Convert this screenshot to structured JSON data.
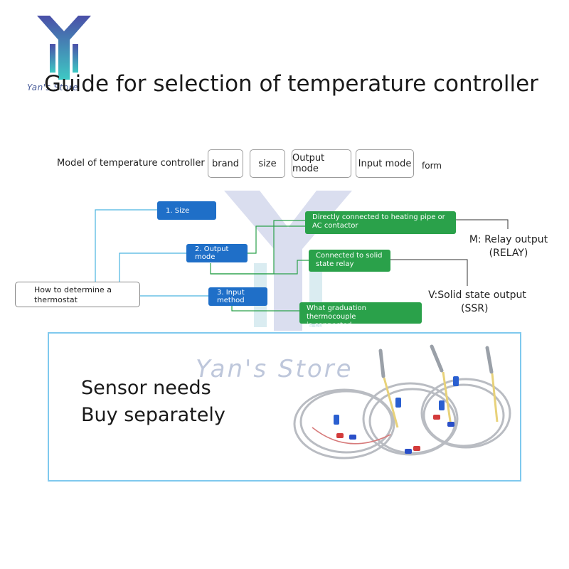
{
  "brand": {
    "logo_text": "Yan's Store",
    "watermark_text": "Yan's Store",
    "colors": {
      "logo_top": "#4a4fa8",
      "logo_bottom": "#3ec9c4"
    }
  },
  "title": "Guide for selection of temperature controller",
  "model_row": {
    "label": "Model of temperature controller",
    "boxes": [
      "brand",
      "size",
      "Output mode",
      "Input mode"
    ],
    "trailing": "form"
  },
  "flow": {
    "root": {
      "line1": "How to determine a",
      "line2": "thermostat"
    },
    "steps": [
      {
        "label": "1. Size"
      },
      {
        "label": "2. Output mode"
      },
      {
        "label": "3. Input method"
      }
    ],
    "options": [
      {
        "line1": "Directly connected to heating pipe or",
        "line2": "AC contactor"
      },
      {
        "line1": "Connected to solid",
        "line2": "state relay"
      },
      {
        "line1": "What graduation thermocouple",
        "line2": "is connected"
      }
    ],
    "results": [
      {
        "line1": "M: Relay output",
        "line2": "(RELAY)"
      },
      {
        "line1": "V:Solid state output",
        "line2": "(SSR)"
      }
    ],
    "colors": {
      "step": "#1f6fc8",
      "option": "#2aa14a",
      "connector": "#4ab3e0"
    }
  },
  "sensor_panel": {
    "line1": "Sensor needs",
    "line2": "Buy separately",
    "image": {
      "icon": "thermocouple-sensors-image"
    }
  }
}
